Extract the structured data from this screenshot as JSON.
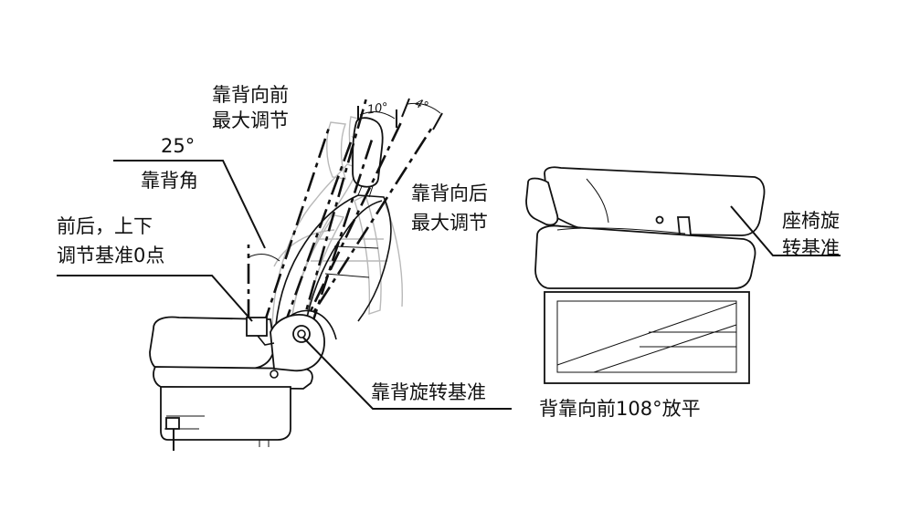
{
  "labels": {
    "backrest_forward_max": [
      "靠背向前",
      "最大调节"
    ],
    "backrest_angle_value": "25°",
    "backrest_angle_label": "靠背角",
    "reference_zero_point": [
      "前后，上下",
      "调节基准0点"
    ],
    "backrest_backward_max": [
      "靠背向后",
      "最大调节"
    ],
    "backrest_rotation_reference": "靠背旋转基准",
    "seat_rotation_reference": [
      "座椅旋",
      "转基准"
    ],
    "fold_flat_caption": "背靠向前108°放平",
    "angle_forward": "10°",
    "angle_backward": "4°"
  }
}
